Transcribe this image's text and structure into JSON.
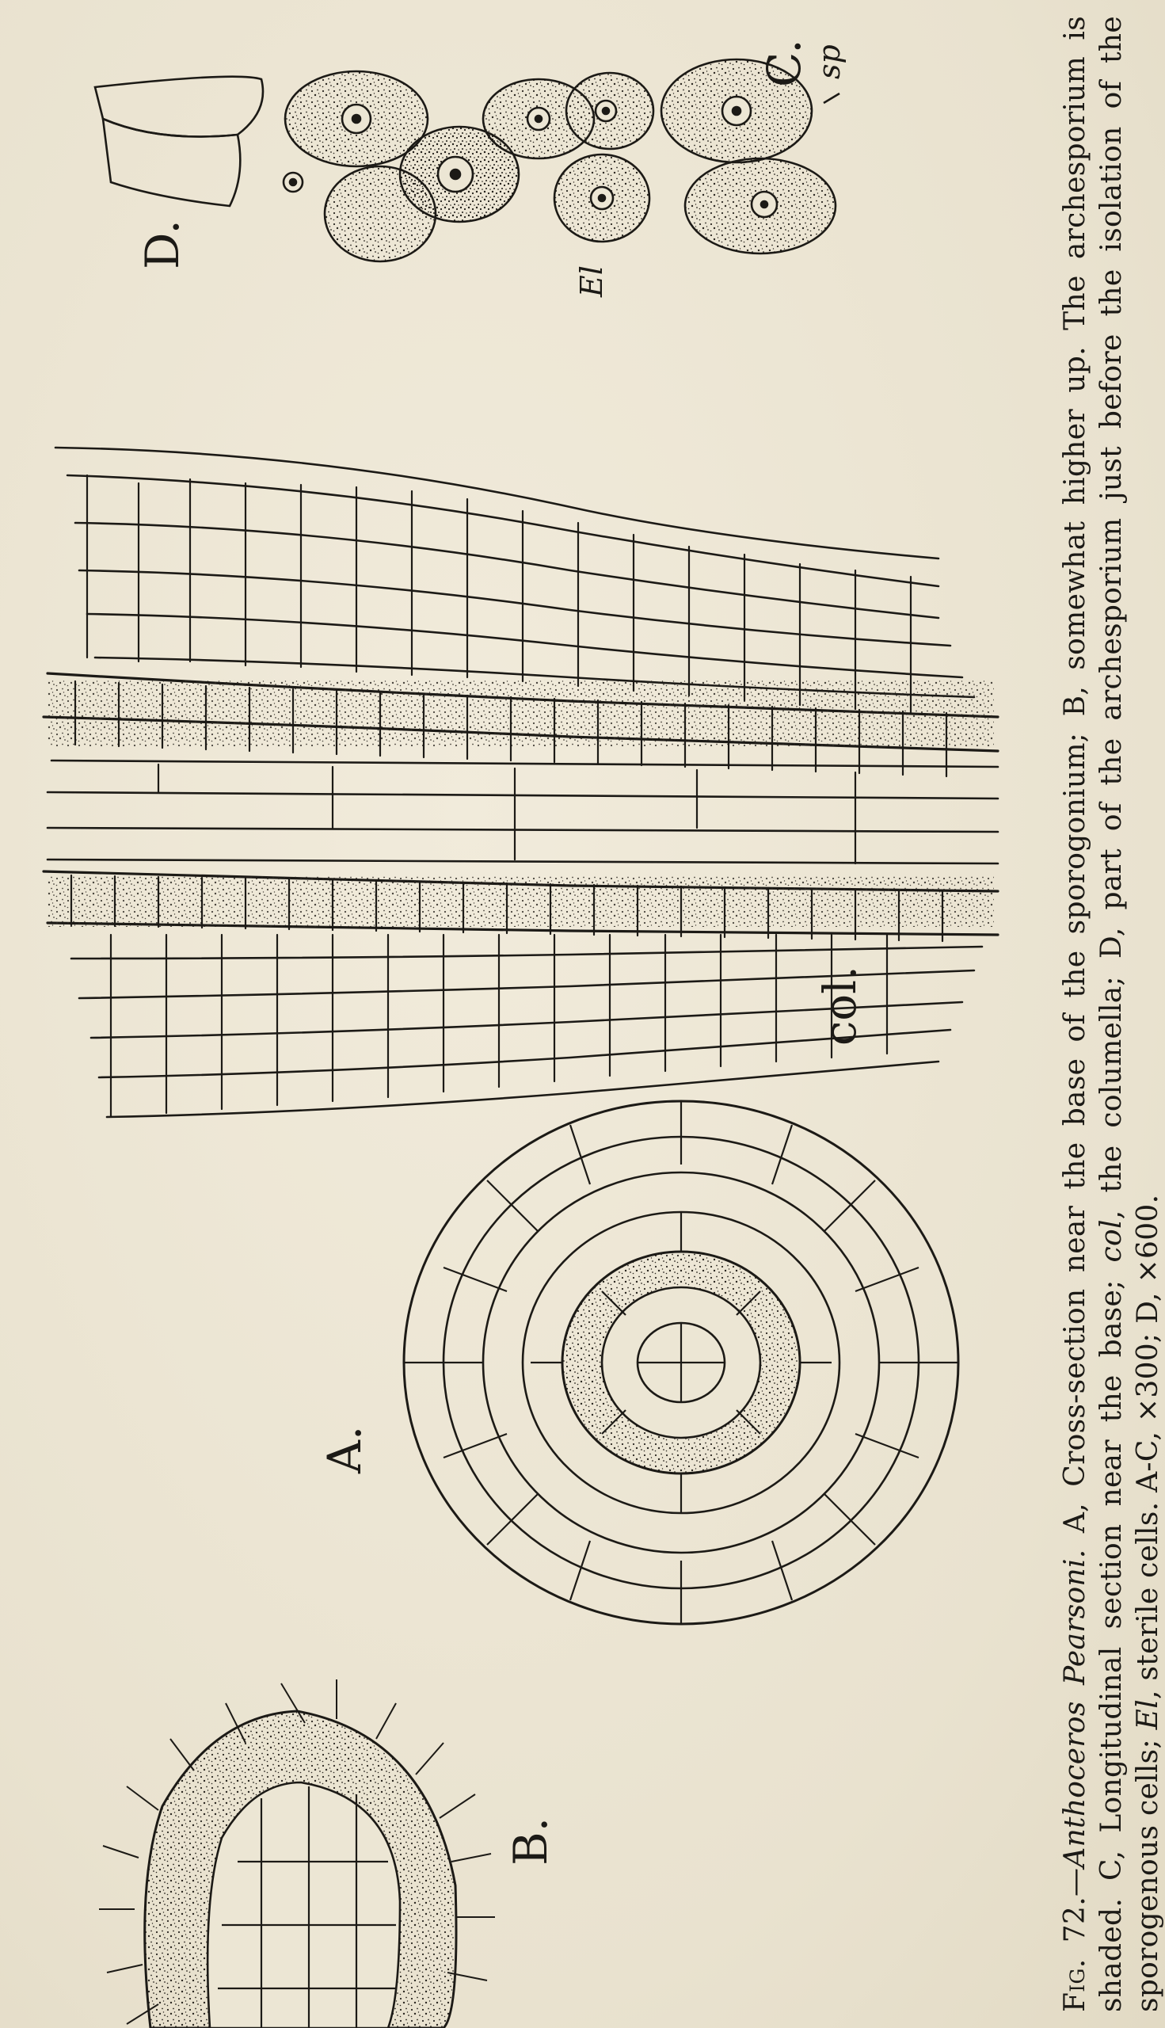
{
  "figure": {
    "labels": {
      "a": "A.",
      "b": "B.",
      "c": "C.",
      "d": "D.",
      "col": "col.",
      "el": "El",
      "sp": "sp"
    },
    "caption": {
      "fig_number": "Fig. 72.",
      "species": "—Anthoceros Pearsoni.",
      "text_1": " A, Cross-section near the base of the sporogonium; B, somewhat higher up. The archesporium is shaded. C, Longitudinal section near the base; ",
      "col_term": "col",
      "text_2": ", the columella; D, part of the archesporium just before the isolation of the sporogenous cells; ",
      "el_term": "El",
      "text_3": ", sterile cells. A-C, ×300; D, ×600."
    }
  },
  "colors": {
    "paper": "#ece6d4",
    "ink": "#1c1a16"
  }
}
